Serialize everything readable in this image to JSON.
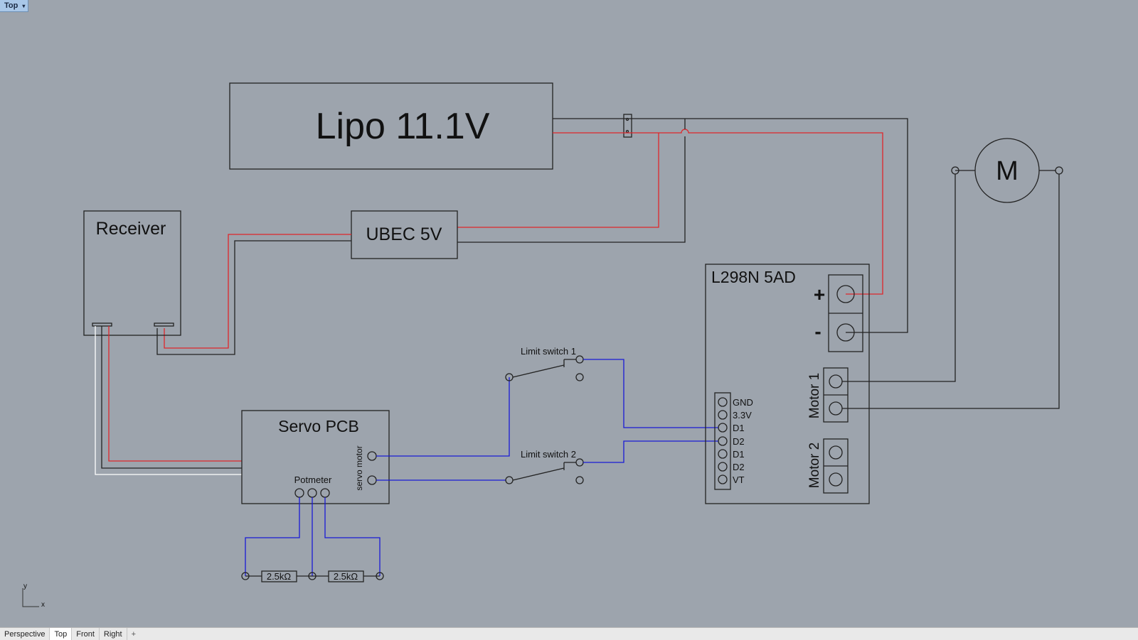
{
  "viewport": {
    "label": "Top"
  },
  "tabs": {
    "perspective": "Perspective",
    "top": "Top",
    "front": "Front",
    "right": "Right",
    "add": "+"
  },
  "axes": {
    "y": "y",
    "x": "x"
  },
  "diagram": {
    "lipo": "Lipo 11.1V",
    "receiver": "Receiver",
    "ubec": "UBEC 5V",
    "l298n": "L298N 5AD",
    "plus": "+",
    "minus": "-",
    "motor1": "Motor 1",
    "motor2": "Motor 2",
    "pins": [
      "GND",
      "3.3V",
      "D1",
      "D2",
      "D1",
      "D2",
      "VT"
    ],
    "servo_pcb": "Servo PCB",
    "servo_motor": "servo motor",
    "potmeter": "Potmeter",
    "limit1": "Limit switch 1",
    "limit2": "Limit switch 2",
    "res1": "2.5kΩ",
    "res2": "2.5kΩ",
    "motor": "M"
  },
  "colors": {
    "background": "#9da4ad",
    "red_wire": "#e0262b",
    "blue_wire": "#1a1ad6",
    "black_wire": "#222222",
    "white_wire": "#ffffff"
  }
}
